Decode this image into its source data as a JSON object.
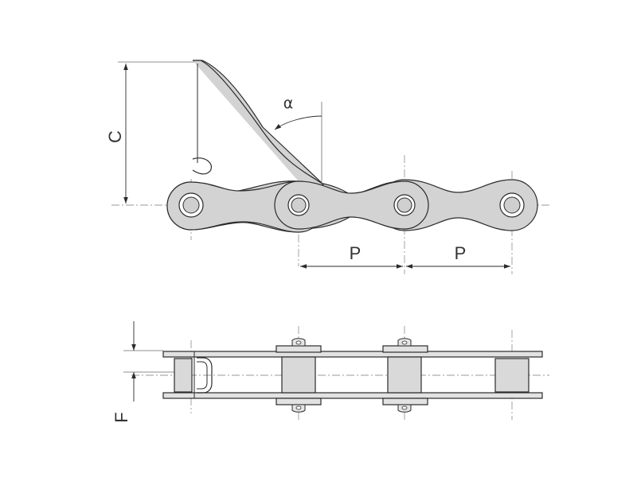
{
  "labels": {
    "height": "C",
    "angle": "α",
    "pitch_left": "P",
    "pitch_right": "P",
    "offset": "F"
  },
  "colors": {
    "fill": "#d3d3d3",
    "outline": "#2b2b2b",
    "centerline": "#9a9a9a"
  }
}
